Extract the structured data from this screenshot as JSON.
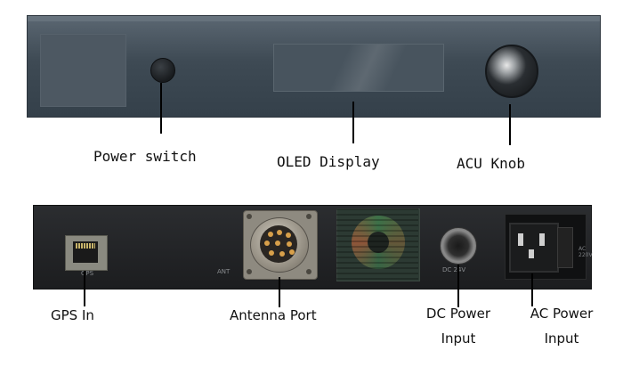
{
  "front_panel": {
    "labels": {
      "power_switch": "Power switch",
      "oled_display": "OLED Display",
      "acu_knob": "ACU Knob"
    }
  },
  "back_panel": {
    "port_markings": {
      "gps": "GPS",
      "antenna": "ANT",
      "dc": "DC 24V",
      "ac": "AC 220V"
    },
    "labels": {
      "gps_in": "GPS In",
      "antenna_port": "Antenna Port",
      "dc_power_line1": "DC Power",
      "dc_power_line2": "Input",
      "ac_power_line1": "AC Power",
      "ac_power_line2": "Input"
    }
  },
  "colors": {
    "front_panel": "#3e4a54",
    "back_panel": "#1c1d1f",
    "label_text": "#111111"
  }
}
